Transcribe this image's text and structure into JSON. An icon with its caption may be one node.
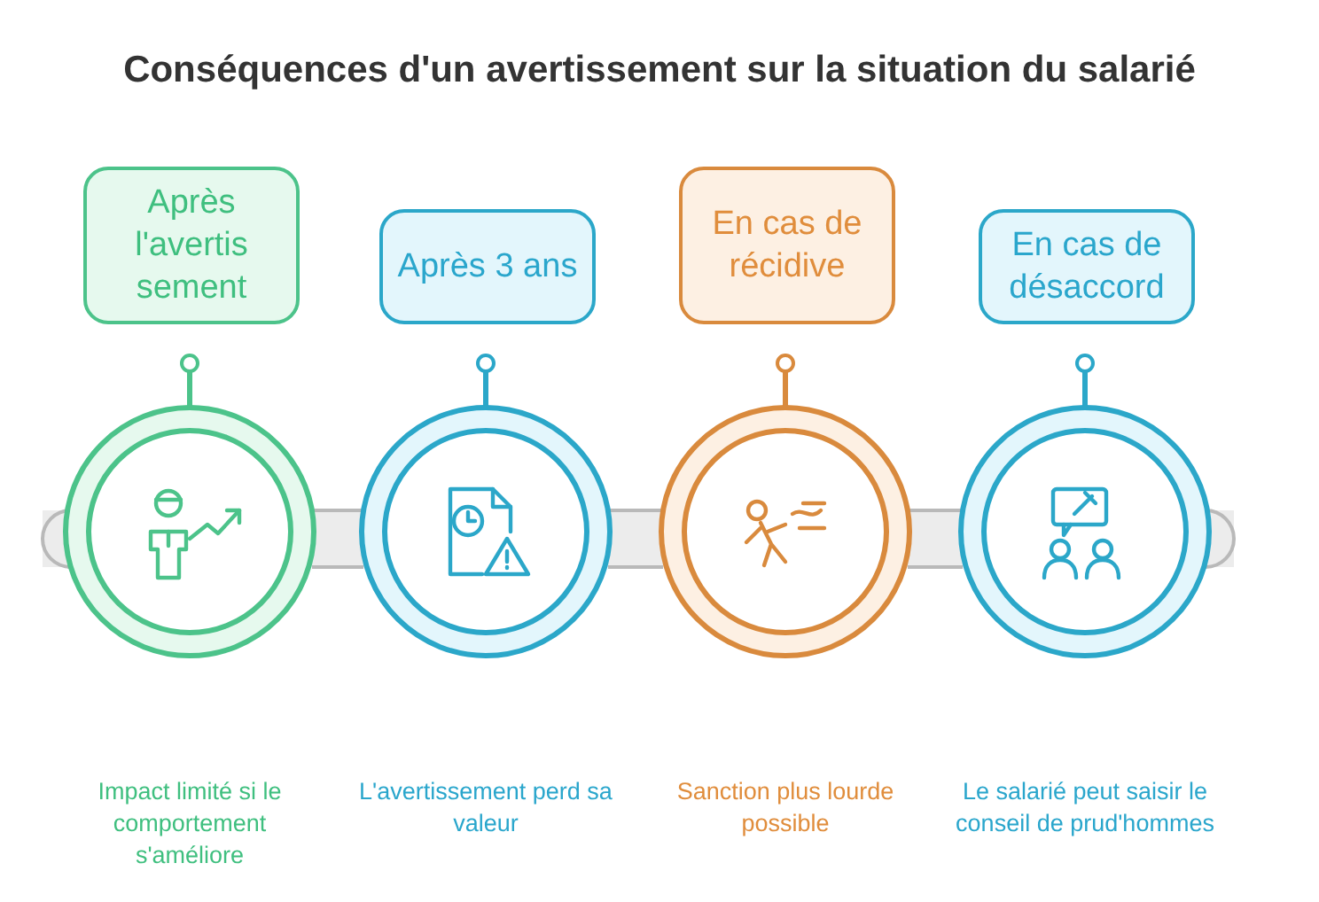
{
  "diagram": {
    "title": "Conséquences d'un avertissement sur la situation du salarié",
    "nodes": [
      {
        "text": [
          "Après l'avertis sement"
        ]
      },
      {
        "text": [
          "Après 3 ans"
        ]
      },
      {
        "text": [
          "En cas de récidive"
        ]
      },
      {
        "text": [
          "En cas de désaccord"
        ]
      },
      {
        "text": [],
        "shape": "circle"
      },
      {
        "text": [],
        "shape": "circle"
      },
      {
        "text": [],
        "shape": "circle"
      },
      {
        "text": [],
        "shape": "circle"
      }
    ],
    "edges": [
      {
        "from": 0,
        "to": 4,
        "arrow": "other",
        "color": "#4cc38a"
      },
      {
        "from": 1,
        "to": 5,
        "arrow": "other",
        "color": "#2ba7c9"
      },
      {
        "from": 2,
        "to": 6,
        "arrow": "other",
        "color": "#d98a3d"
      },
      {
        "from": 3,
        "to": 7,
        "arrow": "other",
        "color": "#2ba7c9"
      }
    ],
    "labels": [
      "Impact limité si le comportement s'améliore",
      "L'avertissement perd sa valeur",
      "Sanction plus lourde possible",
      "Le salarié peut saisir le conseil de prud'hommes"
    ]
  }
}
